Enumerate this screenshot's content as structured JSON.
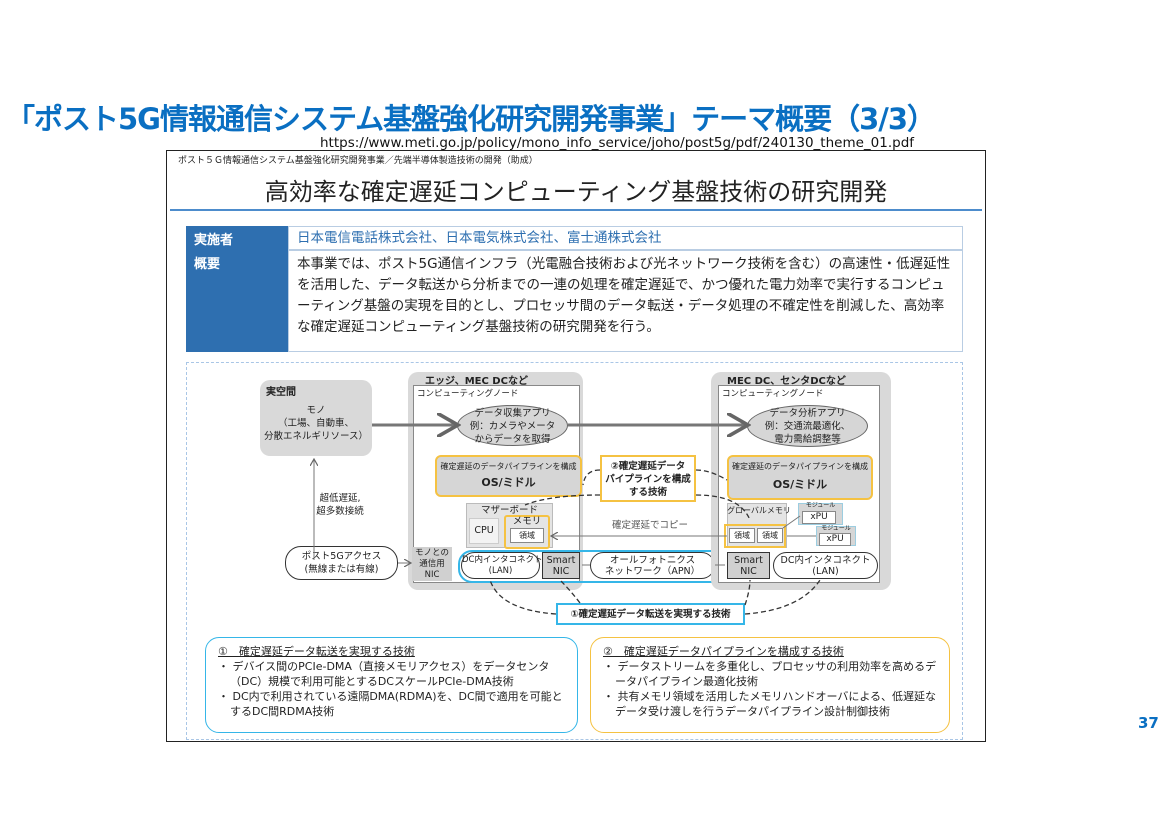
{
  "slide": {
    "title": "「ポスト5G情報通信システム基盤強化研究開発事業」テーマ概要（3/3）",
    "source_url": "https://www.meti.go.jp/policy/mono_info_service/joho/post5g/pdf/240130_theme_01.pdf",
    "page_number": "37"
  },
  "doc": {
    "header": "ポスト５Ｇ情報通信システム基盤強化研究開発事業／先端半導体製造技術の開発（助成）",
    "title": "高効率な確定遅延コンピューティング基盤技術の研究開発",
    "table": [
      {
        "label": "実施者",
        "value": "日本電信電話株式会社、日本電気株式会社、富士通株式会社"
      },
      {
        "label": "概要",
        "value": "本事業では、ポスト5G通信インフラ（光電融合技術および光ネットワーク技術を含む）の高速性・低遅延性を活用した、データ転送から分析までの一連の処理を確定遅延で、かつ優れた電力効率で実行するコンピューティング基盤の実現を目的とし、プロセッサ間のデータ転送・データ処理の不確定性を削減した、高効率な確定遅延コンピューティング基盤技術の研究開発を行う。"
      }
    ],
    "diagram": {
      "real_space": {
        "title": "実空間",
        "body": "モノ\n（工場、自動車、\n分散エネルギリソース）"
      },
      "low_latency": "超低遅延,\n超多数接続",
      "access": "ポスト5Gアクセス\n(無線または有線)",
      "edge": {
        "title": "エッジ、MEC DCなど",
        "node": "コンピューティングノード",
        "app": "データ収集アプリ\n例：カメラやメータ\nからデータを取得",
        "os_caption": "確定遅延のデータパイプラインを構成",
        "os": "OS/ミドル",
        "mb": "マザーボード",
        "cpu": "CPU",
        "mem": "メモリ",
        "region": "領域",
        "nic": "モノとの\n通信用\nNIC",
        "lan": "DC内インタコネクト\n(LAN)",
        "smartnic": "Smart\nNIC"
      },
      "center": {
        "pipeline": "②確定遅延データ\nパイプラインを構成\nする技術",
        "copy": "確定遅延でコピー",
        "apn": "オールフォトニクス\nネットワーク（APN）",
        "transfer": "①確定遅延データ転送を実現する技術"
      },
      "dc": {
        "title": "MEC DC、センタDCなど",
        "node": "コンピューティングノード",
        "app": "データ分析アプリ\n例：交通流最適化、\n電力需給調整等",
        "os_caption": "確定遅延のデータパイプラインを構成",
        "os": "OS/ミドル",
        "gmem": "グローバルメモリ",
        "region1": "領域",
        "region2": "領域",
        "module": "モジュール",
        "xpu": "xPU",
        "smartnic": "Smart\nNIC",
        "lan": "DC内インタコネクト\n(LAN)"
      }
    },
    "notes": [
      {
        "title": "①　確定遅延データ転送を実現する技術",
        "items": [
          "・ デバイス間のPCIe-DMA（直接メモリアクセス）をデータセンタ（DC）規模で利用可能とするDCスケールPCIe-DMA技術",
          "・ DC内で利用されている遠隔DMA(RDMA)を、DC間で適用を可能とするDC間RDMA技術"
        ]
      },
      {
        "title": "②　確定遅延データパイプラインを構成する技術",
        "items": [
          "・ データストリームを多重化し、プロセッサの利用効率を高めるデータパイプライン最適化技術",
          "・ 共有メモリ領域を活用したメモリハンドオーバによる、低遅延なデータ受け渡しを行うデータパイプライン設計制御技術"
        ]
      }
    ]
  },
  "colors": {
    "accent": "#0a6fc2",
    "table_label": "#2e6fb0",
    "yellow": "#f5c242",
    "cyan": "#35b6e8"
  }
}
